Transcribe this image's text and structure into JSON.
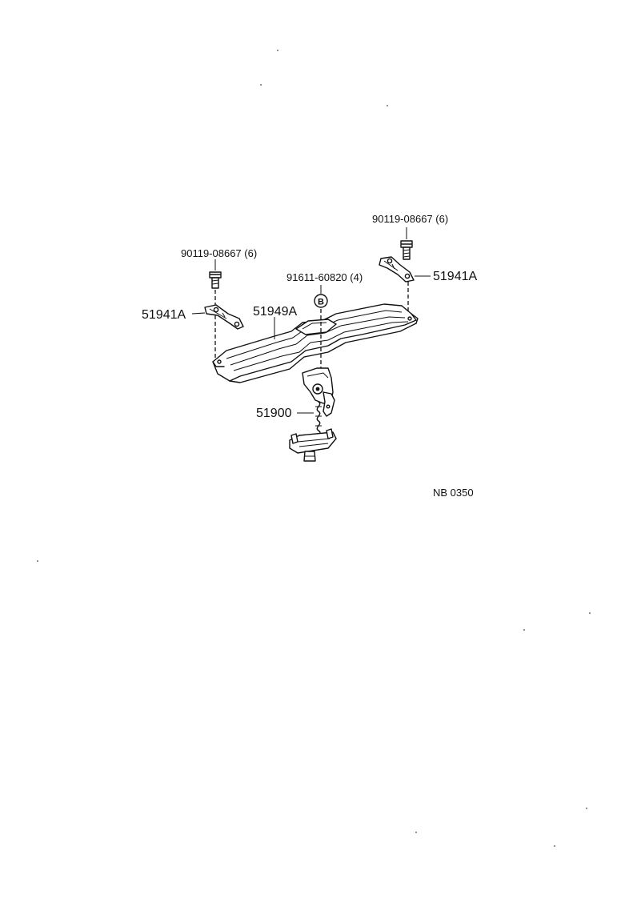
{
  "labels": {
    "bolt_left_part": "90119-08667 (6)",
    "bolt_right_part": "90119-08667 (6)",
    "bolt_center_part": "91611-60820 (4)",
    "bracket_left_part": "51941A",
    "bracket_right_part": "51941A",
    "crossmember_part": "51949A",
    "carrier_part": "51900",
    "callout_letter": "B",
    "figure_code": "NB 0350"
  }
}
